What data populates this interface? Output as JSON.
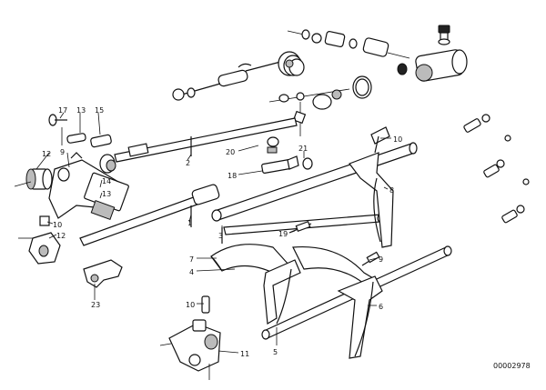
{
  "diagram": {
    "catalog_number": "00002978",
    "callouts": [
      "17",
      "13",
      "15",
      "12",
      "9",
      "14",
      "13",
      "12",
      "10",
      "23",
      "2",
      "20",
      "18",
      "21",
      "10",
      "1",
      "3",
      "19",
      "7",
      "4",
      "9",
      "8",
      "6",
      "5",
      "10",
      "11"
    ]
  }
}
